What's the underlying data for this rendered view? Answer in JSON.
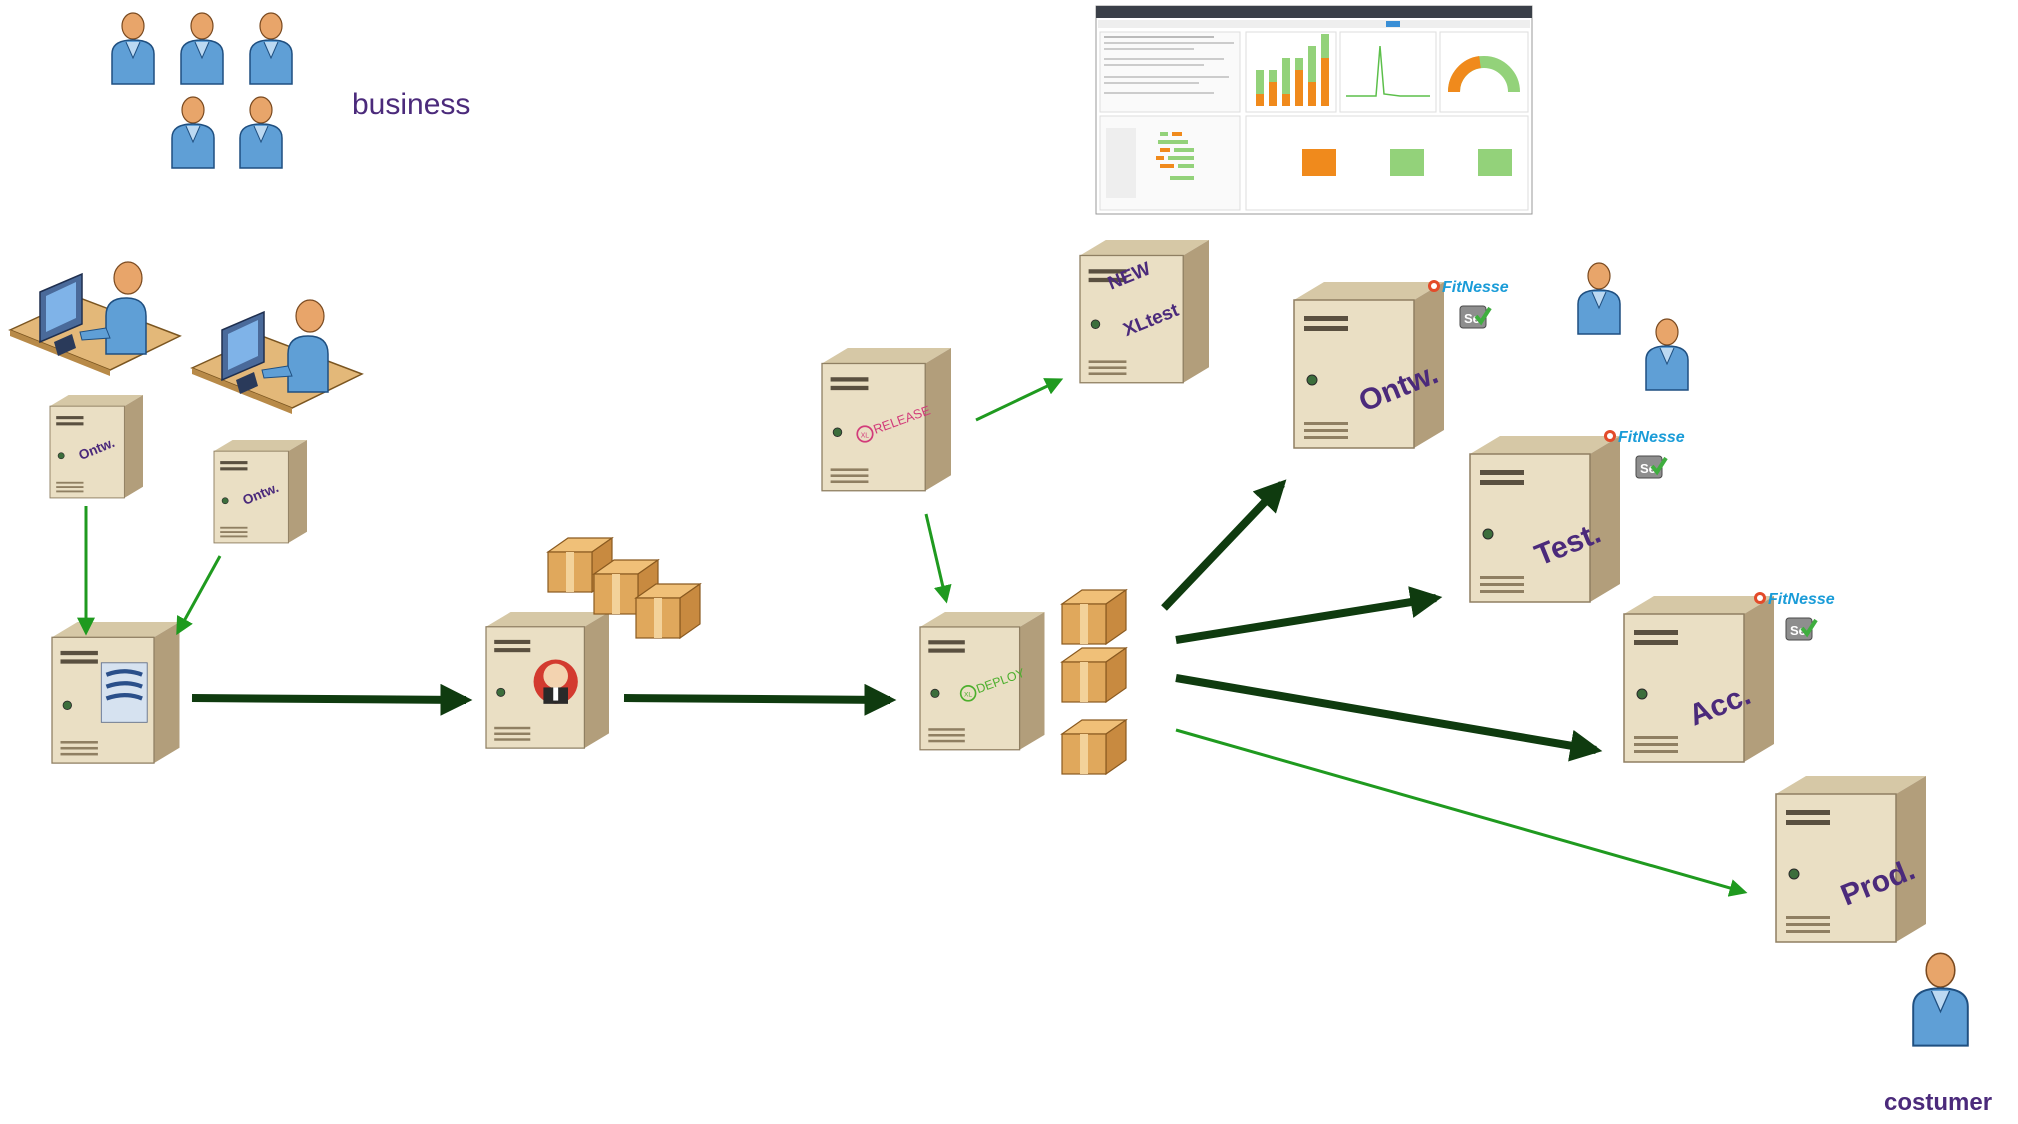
{
  "labels": {
    "business": "business",
    "costumer": "costumer"
  },
  "servers": {
    "dev1": "Ontw.",
    "dev2": "Ontw.",
    "xltest_new": "NEW",
    "xltest_name": "XLtest",
    "release": "RELEASE",
    "deploy": "DEPLOY",
    "env_dev": "Ontw.",
    "env_test": "Test.",
    "env_acc": "Acc.",
    "env_prod": "Prod."
  },
  "badges": {
    "fitnesse": "FitNesse",
    "selenium": "Se",
    "xl": "XL"
  },
  "colors": {
    "label_purple": "#4b2a7b",
    "arrow_dark": "#0f3b0f",
    "arrow_green": "#1f9a1f",
    "server_face": "#e8dcc0",
    "server_side": "#b8a583",
    "person_blue": "#5f9fd6",
    "skin": "#e8a56a",
    "box": "#d9a35b",
    "fitnesse_blue": "#1a9cd8",
    "release_pink": "#d23b7a",
    "deploy_green": "#4caf2d"
  },
  "dashboard": {
    "bar_chart": {
      "values": [
        1,
        2,
        1,
        3,
        2,
        4
      ],
      "secondary": [
        2,
        1,
        3,
        1,
        3,
        2
      ]
    },
    "bottom_bars": {
      "values": [
        3,
        3,
        3
      ],
      "colors": [
        "#f08a1c",
        "#93d27a",
        "#93d27a"
      ]
    },
    "gauge_percent": 55
  }
}
